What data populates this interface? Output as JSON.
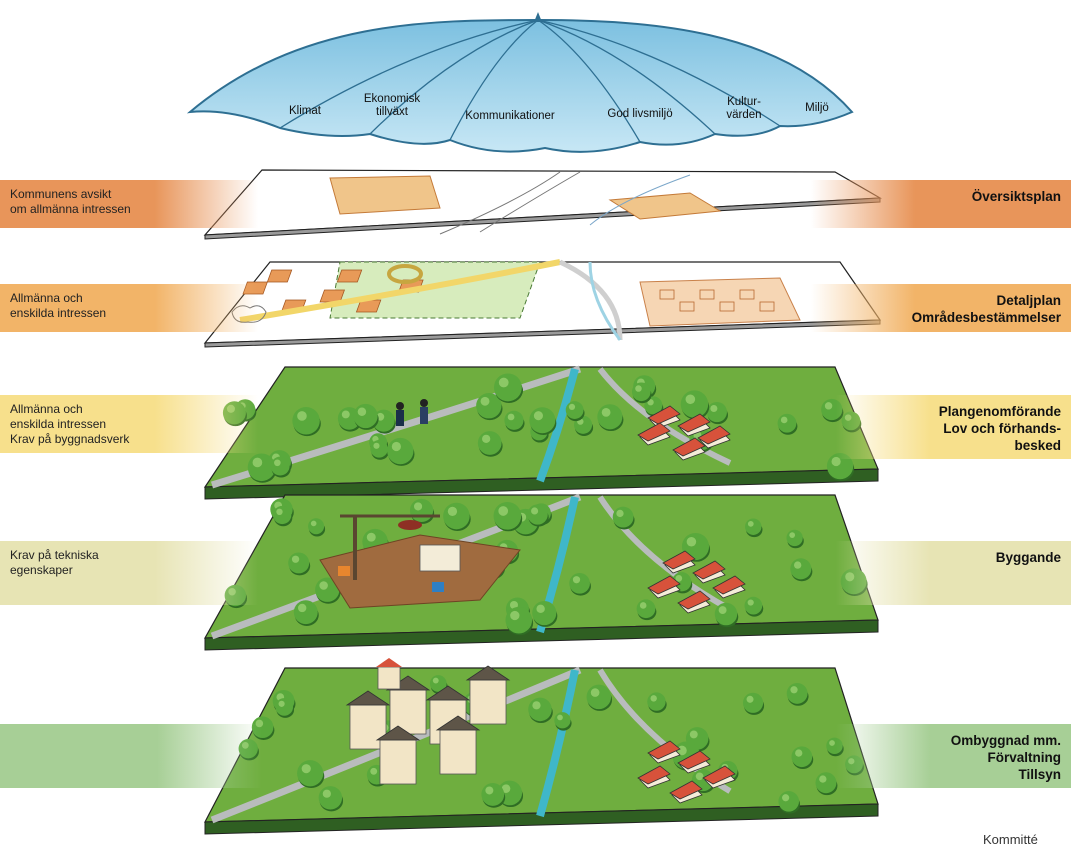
{
  "umbrella": {
    "labels": [
      {
        "lines": [
          "Klimat"
        ]
      },
      {
        "lines": [
          "Ekonomisk",
          "tillväxt"
        ]
      },
      {
        "lines": [
          "Kommunikationer"
        ]
      },
      {
        "lines": [
          "God livsmiljö"
        ]
      },
      {
        "lines": [
          "Kultur-",
          "värden"
        ]
      },
      {
        "lines": [
          "Miljö"
        ]
      }
    ],
    "colors": {
      "fill": "#7cc0e0",
      "light": "#c7e7f5",
      "rib": "#2e6f92"
    }
  },
  "layers": [
    {
      "id": "oversiktsplan",
      "left_lines": [
        "Kommunens avsikt",
        "om allmänna intressen"
      ],
      "right_lines": [
        "Översiktsplan"
      ],
      "band_color": "#e8955a"
    },
    {
      "id": "detaljplan",
      "left_lines": [
        "Allmänna och",
        "enskilda intressen"
      ],
      "right_lines": [
        "Detaljplan",
        "Områdesbestämmelser"
      ],
      "band_color": "#f2b468"
    },
    {
      "id": "plangenomforande",
      "left_lines": [
        "Allmänna och",
        "enskilda intressen",
        "Krav på byggnadsverk"
      ],
      "right_lines": [
        "Plangenomförande",
        "Lov och förhands-",
        "besked"
      ],
      "band_color": "#f7e08c"
    },
    {
      "id": "byggande",
      "left_lines": [
        "Krav på tekniska",
        "egenskaper"
      ],
      "right_lines": [
        "Byggande"
      ],
      "band_color": "#e7e4b4"
    },
    {
      "id": "ombyggnad",
      "left_lines": [],
      "right_lines": [
        "Ombyggnad mm.",
        "Förvaltning",
        "Tillsyn"
      ],
      "band_color": "#a7cf96"
    }
  ],
  "colors": {
    "grass": "#6fae3f",
    "grass_dark": "#2f5f22",
    "tree": "#59a93c",
    "road": "#b9bcbd",
    "river": "#3fb7c9",
    "plan_orange": "#e89a58"
  },
  "footer": {
    "credit": "Kommitté"
  }
}
